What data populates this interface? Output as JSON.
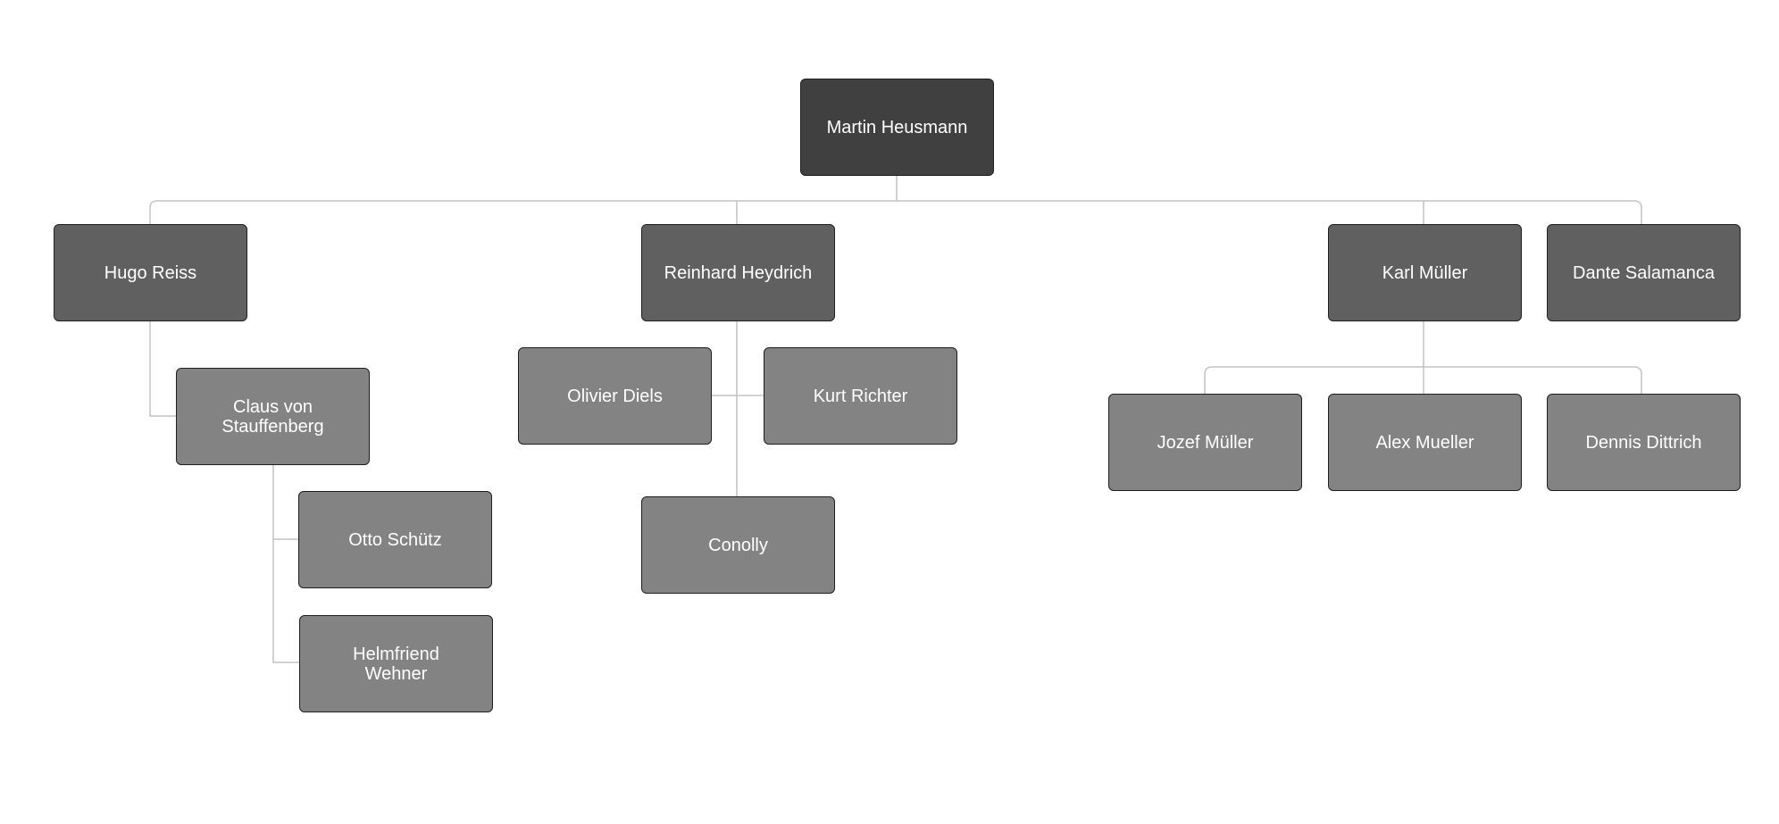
{
  "org_chart": {
    "colors": {
      "root_fill": "#404040",
      "manager_fill": "#606060",
      "member_fill": "#838383",
      "node_border": "#1f1f1f",
      "connector": "#c4c4c4",
      "text": "#ffffff"
    },
    "nodes": {
      "martin": "Martin Heusmann",
      "hugo": "Hugo Reiss",
      "claus": "Claus von Stauffenberg",
      "otto": "Otto Schütz",
      "helmfriend": "Helmfriend Wehner",
      "reinhard": "Reinhard Heydrich",
      "olivier": "Olivier Diels",
      "kurt": "Kurt Richter",
      "conolly": "Conolly",
      "karl": "Karl Müller",
      "jozef": "Jozef Müller",
      "alex": "Alex Mueller",
      "dennis": "Dennis Dittrich",
      "dante": "Dante Salamanca"
    },
    "reports_to": {
      "hugo": "martin",
      "reinhard": "martin",
      "karl": "martin",
      "dante": "martin",
      "claus": "hugo",
      "otto": "claus",
      "helmfriend": "claus",
      "olivier": "reinhard",
      "kurt": "reinhard",
      "conolly": "reinhard",
      "jozef": "karl",
      "alex": "karl",
      "dennis": "karl"
    }
  }
}
